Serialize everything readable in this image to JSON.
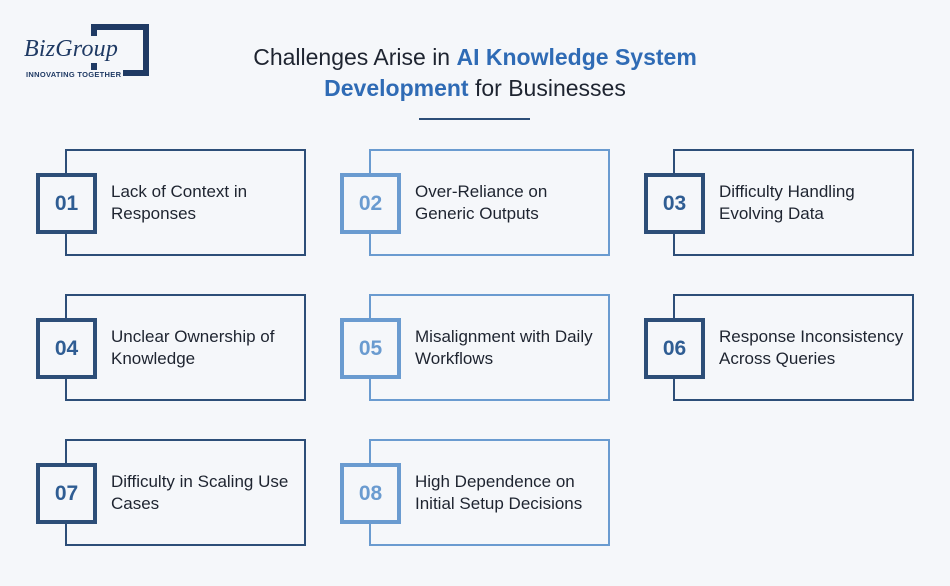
{
  "logo": {
    "name": "BizGroup",
    "tagline": "INNOVATING TOGETHER"
  },
  "title": {
    "part1": "Challenges Arise in ",
    "highlight": "AI Knowledge System Development",
    "part2": " for Businesses"
  },
  "items": [
    {
      "num": "01",
      "label": "Lack of Context in Responses"
    },
    {
      "num": "02",
      "label": "Over-Reliance on Generic Outputs"
    },
    {
      "num": "03",
      "label": "Difficulty Handling Evolving Data"
    },
    {
      "num": "04",
      "label": "Unclear Ownership of Knowledge"
    },
    {
      "num": "05",
      "label": "Misalignment with Daily Workflows"
    },
    {
      "num": "06",
      "label": "Response Inconsistency Across Queries"
    },
    {
      "num": "07",
      "label": "Difficulty in Scaling Use Cases"
    },
    {
      "num": "08",
      "label": "High Dependence on Initial Setup Decisions"
    }
  ],
  "colors": {
    "dark": "#2d4e78",
    "light": "#6a9bd0",
    "accent": "#2f6bb5"
  }
}
